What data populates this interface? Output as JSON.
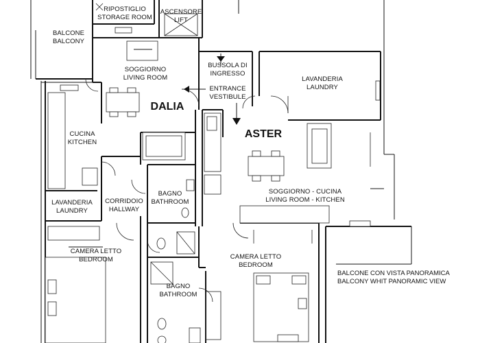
{
  "rooms": {
    "storage": [
      "RIPOSTIGLIO",
      "STORAGE ROOM"
    ],
    "lift": [
      "ASCENSORE",
      "LIFT"
    ],
    "balcony_left": [
      "BALCONE",
      "BALCONY"
    ],
    "dalia_living": [
      "SOGGIORNO",
      "LIVING ROOM"
    ],
    "vestibule": [
      "BUSSOLA DI",
      "INGRESSO"
    ],
    "entrance": [
      "ENTRANCE",
      "VESTIBULE"
    ],
    "laundry_right": [
      "LAVANDERIA",
      "LAUNDRY"
    ],
    "kitchen": [
      "CUCINA",
      "KITCHEN"
    ],
    "aster_living": [
      "SOGGIORNO - CUCINA",
      "LIVING ROOM - KITCHEN"
    ],
    "laundry_left": [
      "LAVANDERIA",
      "LAUNDRY"
    ],
    "hallway": [
      "CORRIDOIO",
      "HALLWAY"
    ],
    "bath_dalia": [
      "BAGNO",
      "BATHROOM"
    ],
    "bedroom_left": [
      "CAMERA LETTO",
      "BEDROOM"
    ],
    "bedroom_right": [
      "CAMERA LETTO",
      "BEDROOM"
    ],
    "bath_lower": [
      "BAGNO",
      "BATHROOM"
    ],
    "balcony_panoramic": [
      "BALCONE CON VISTA PANORAMICA",
      "BALCONY WHIT PANORAMIC VIEW"
    ]
  },
  "units": {
    "dalia": "DALIA",
    "aster": "ASTER"
  }
}
